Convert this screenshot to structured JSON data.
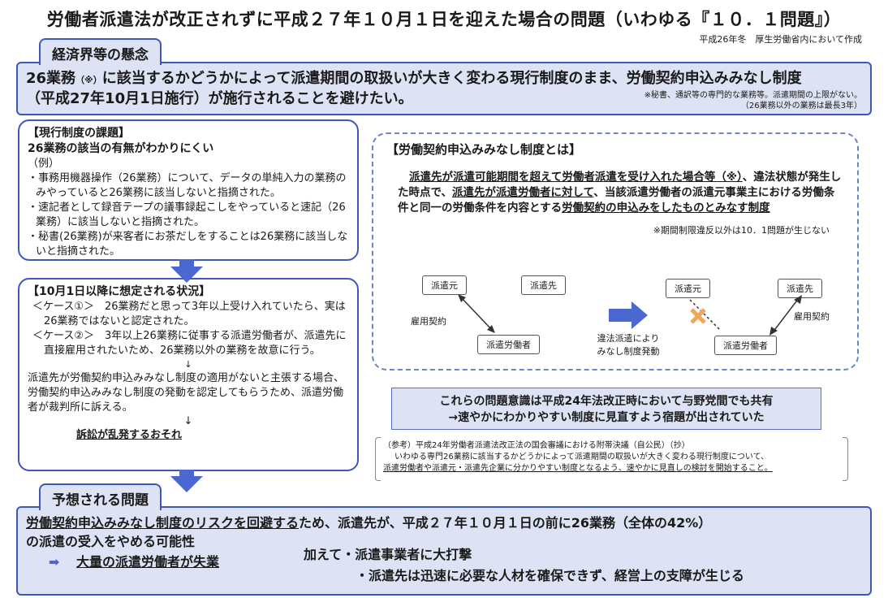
{
  "header": {
    "title": "労働者派遣法が改正されずに平成２７年１０月１日を迎えた場合の問題（いわゆる『１０．１問題』）",
    "subtitle": "平成26年冬　厚生労働省内において作成"
  },
  "concern": {
    "tab": "経済界等の懸念",
    "line1a": "26業務",
    "line1mark": "（※）",
    "line1b": "に該当するかどうかによって派遣期間の取扱いが大きく変わる現行制度のまま、労働契約申込みみなし制度",
    "line2": "（平成27年10月1日施行）が施行されることを避けたい。",
    "note1": "※秘書、通訳等の専門的な業務等。派遣期間の上限がない。",
    "note2": "（26業務以外の業務は最長3年）"
  },
  "issues": {
    "head": "【現行制度の課題】",
    "subhead": "26業務の該当の有無がわかりにくい",
    "example": "（例）",
    "items": [
      "・事務用機器操作（26業務）について、データの単純入力の業務のみやっていると26業務に該当しないと指摘された。",
      "・速記者として録音テープの議事録起こしをやっていると速記（26業務）に該当しないと指摘された。",
      "・秘書(26業務)が来客者にお茶だしをすることは26業務に該当しないと指摘された。"
    ]
  },
  "situation": {
    "head": "【10月1日以降に想定される状況】",
    "case1": "＜ケース①＞　26業務だと思って3年以上受け入れていたら、実は26業務ではないと認定された。",
    "case2": "＜ケース②＞　3年以上26業務に従事する派遣労働者が、派遣先に直接雇用されたいため、26業務以外の業務を故意に行う。",
    "arrow1": "↓",
    "claim": "派遣先が労働契約申込みみなし制度の適用がないと主張する場合、労働契約申込みみなし制度の発動を認定してもらうため、派遣労働者が裁判所に訴える。",
    "arrow2": "↓",
    "result": "訴訟が乱発するおそれ"
  },
  "definition": {
    "head": "【労働契約申込みみなし制度とは】",
    "text_a": "派遣先が派遣可能期間を超えて労働者派遣を受け入れた場合等（※）",
    "text_b": "、違法状態が発生した時点で、",
    "text_c": "派遣先が派遣労働者に対して",
    "text_d": "、当該派遣労働者の派遣元事業主における労働条件と同一の労働条件を内容とする",
    "text_e": "労働契約の申込みをしたものとみなす制度",
    "note": "※期間制限違反以外は10．1問題が生じない"
  },
  "diagram": {
    "left": {
      "origin": "派遣元",
      "dest": "派遣先",
      "worker": "派遣労働者",
      "contract": "雇用契約"
    },
    "middle": {
      "line1": "違法派遣により",
      "line2": "みなし制度発動"
    },
    "right": {
      "origin": "派遣元",
      "dest": "派遣先",
      "worker": "派遣労働者",
      "contract": "雇用契約"
    }
  },
  "shared": {
    "line1": "これらの問題意識は平成24年法改正時において与野党間でも共有",
    "line2": "→速やかにわかりやすい制度に見直すよう宿題が出されていた"
  },
  "reference": {
    "line1": "（参考）平成24年労働者派遣法改正法の国会審議における附帯決議（自公民）（抄）",
    "line2": "いわゆる専門26業務に該当するかどうかによって派遣期間の取扱いが大きく変わる現行制度について、",
    "line3": "派遣労働者や派遣元・派遣先企業に分かりやすい制度となるよう、速やかに見直しの検討を開始すること。"
  },
  "expected": {
    "tab": "予想される問題",
    "line1a": "労働契約申込みみなし制度のリスクを回避する",
    "line1b": "ため、派遣先が、平成２７年１０月１日の前に26業務（全体の42%）",
    "line2": "の派遣の受入をやめる可能性",
    "arrow": "➡",
    "result": "大量の派遣労働者が失業",
    "extra1": "加えて・派遣事業者に大打撃",
    "extra2": "・派遣先は迅速に必要な人材を確保できず、経営上の支障が生じる"
  },
  "colors": {
    "accent": "#3f57b8",
    "fill": "#dde3f4",
    "arrow": "#4a67d2",
    "cross": "#f2a65a"
  }
}
